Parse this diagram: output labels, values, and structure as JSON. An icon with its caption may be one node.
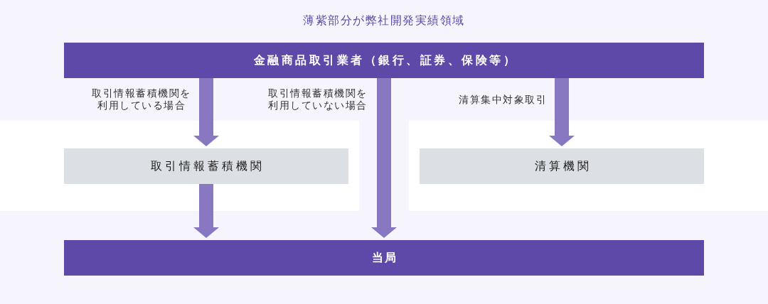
{
  "diagram": {
    "title": "薄紫部分が弊社開発実績領域",
    "nodes": [
      {
        "text": [
          "金融商品取引業者（銀行、証券、保険等）"
        ]
      },
      {
        "text": [],
        "shape": "box"
      },
      {
        "text": [
          "取引情報蓄積機関"
        ],
        "in": 1
      },
      {
        "text": [],
        "shape": "box"
      },
      {
        "text": [
          "清算機関"
        ],
        "in": 3
      },
      {
        "text": [
          "当局"
        ]
      }
    ],
    "edges": [
      {
        "from": 0,
        "to": 2,
        "arrow": "to",
        "label": "取引情報蓄積機関を利用している場合"
      },
      {
        "from": 0,
        "to": 5,
        "arrow": "to",
        "label": "取引情報蓄積機関を利用していない場合"
      },
      {
        "from": 0,
        "to": 4,
        "arrow": "to",
        "label": "清算集中対象取引"
      },
      {
        "from": 2,
        "to": 5,
        "arrow": "to"
      }
    ]
  }
}
